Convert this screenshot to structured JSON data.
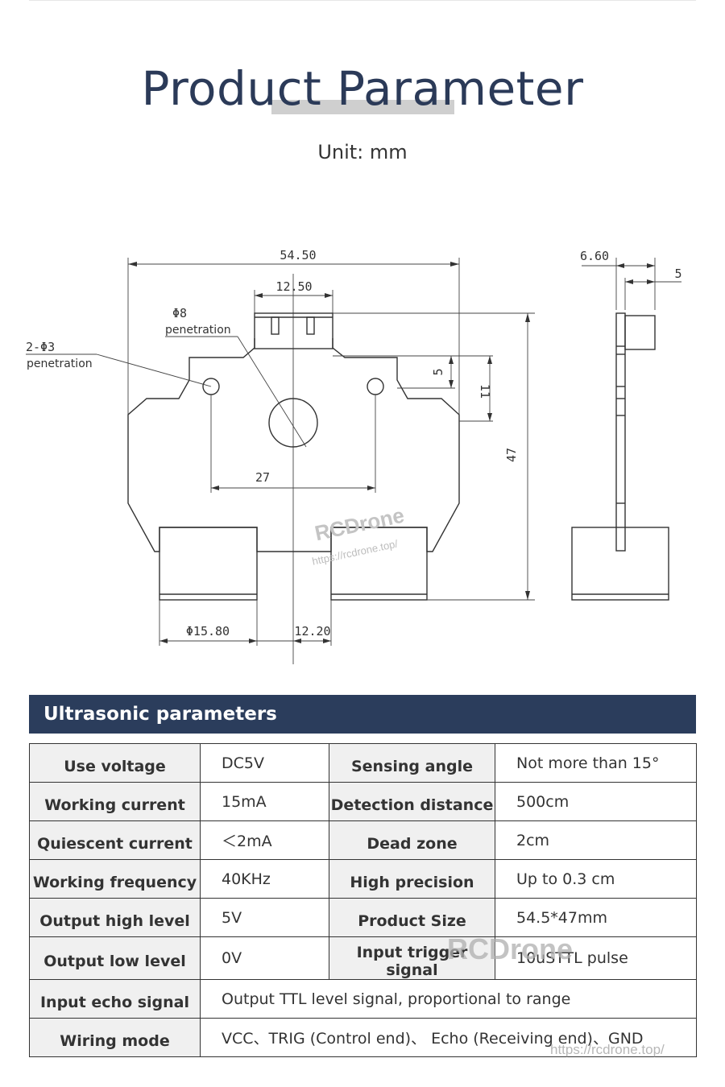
{
  "header": {
    "title": "Product Parameter",
    "unit": "Unit: mm"
  },
  "drawing": {
    "dim_width": "54.50",
    "dim_connector": "12.50",
    "dim_hole_large": "Φ8",
    "dim_hole_small": "2-Φ3",
    "penetration": "penetration",
    "dim_5": "5",
    "dim_11": "11",
    "dim_27": "27",
    "dim_47": "47",
    "dim_transducer": "Φ15.80",
    "dim_gap": "12.20",
    "dim_depth": "6.60",
    "dim_side_5": "5"
  },
  "watermark": {
    "brand": "RCDrone",
    "url": "https://rcdrone.top/"
  },
  "table": {
    "title": "Ultrasonic parameters",
    "rows": [
      {
        "k1": "Use voltage",
        "v1": "DC5V",
        "k2": "Sensing angle",
        "v2": "Not more than 15°"
      },
      {
        "k1": "Working current",
        "v1": "15mA",
        "k2": "Detection distance",
        "v2": "500cm"
      },
      {
        "k1": "Quiescent current",
        "v1": "＜2mA",
        "k2": "Dead zone",
        "v2": "2cm"
      },
      {
        "k1": "Working frequency",
        "v1": "40KHz",
        "k2": "High precision",
        "v2": "Up to 0.3 cm"
      },
      {
        "k1": "Output high level",
        "v1": "5V",
        "k2": "Product Size",
        "v2": "54.5*47mm"
      },
      {
        "k1": "Output low level",
        "v1": "0V",
        "k2": "Input trigger signal",
        "v2": "10uSTTL pulse"
      }
    ],
    "wide_rows": [
      {
        "k": "Input echo signal",
        "v": "Output TTL level signal, proportional to range"
      },
      {
        "k": "Wiring mode",
        "v": "VCC、TRIG (Control end)、 Echo (Receiving end)、GND"
      }
    ]
  }
}
